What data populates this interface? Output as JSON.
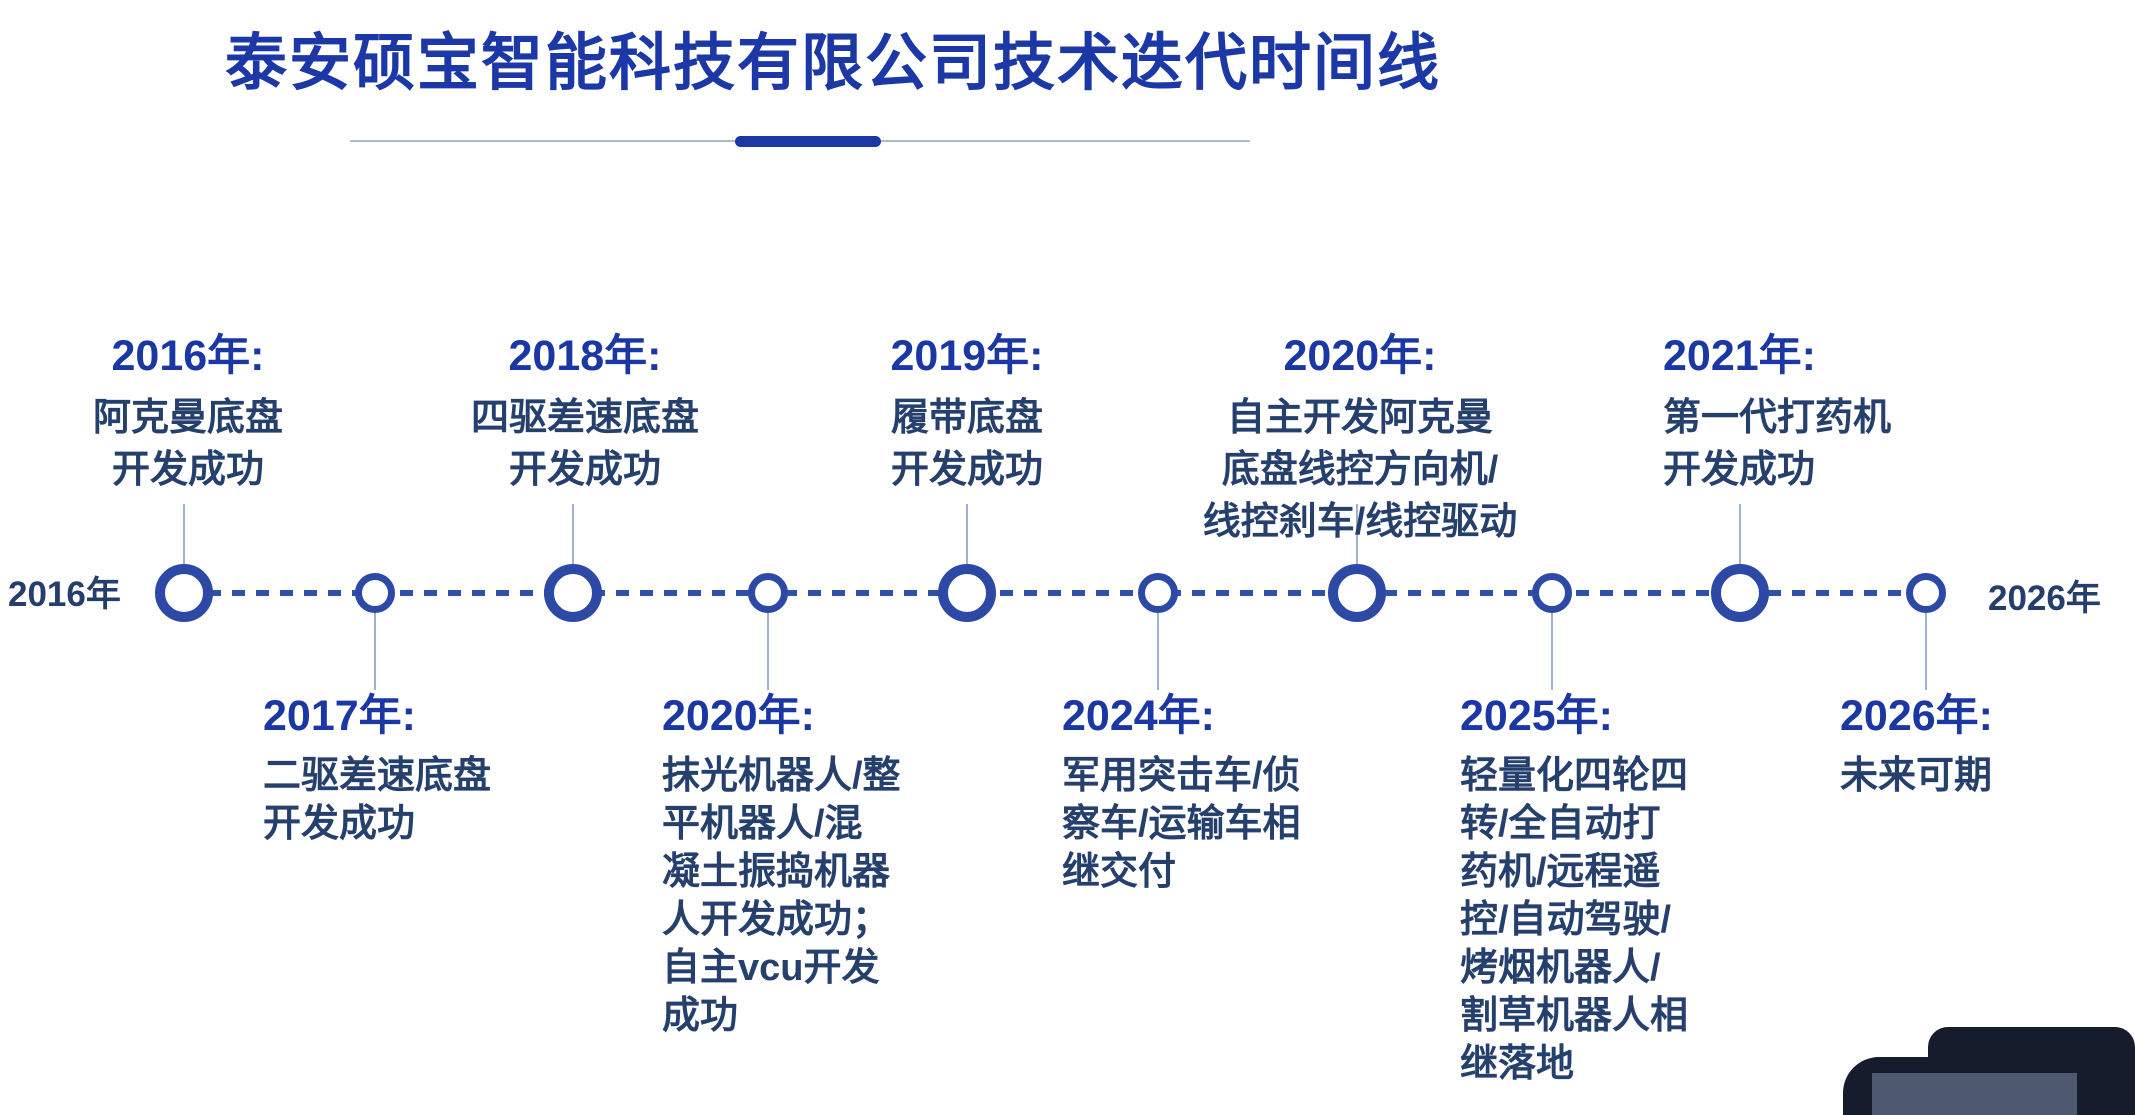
{
  "title": "泰安硕宝智能科技有限公司技术迭代时间线",
  "axis": {
    "start_label": "2016年",
    "end_label": "2026年"
  },
  "colors": {
    "title_blue": "#1c38a6",
    "heading_blue": "#1a37a4",
    "body_navy": "#26406e",
    "ring_blue": "#2c49a6",
    "dash_blue": "#2f51aa",
    "connector_gray_blue": "#9fb1cc",
    "dark_shape": "#151c2b"
  },
  "entries": [
    {
      "year_label": "2016年:",
      "position": "above",
      "node": "large",
      "lines": [
        "阿克曼底盘",
        "开发成功"
      ]
    },
    {
      "year_label": "2017年:",
      "position": "below",
      "node": "small",
      "lines": [
        "二驱差速底盘",
        "开发成功"
      ]
    },
    {
      "year_label": "2018年:",
      "position": "above",
      "node": "large",
      "lines": [
        "四驱差速底盘",
        "开发成功"
      ]
    },
    {
      "year_label": "2020年:",
      "position": "below",
      "node": "small",
      "lines": [
        "抹光机器人/整",
        "平机器人/混",
        "凝土振捣机器",
        "人开发成功；",
        "自主vcu开发",
        "成功"
      ]
    },
    {
      "year_label": "2019年:",
      "position": "above",
      "node": "large",
      "lines": [
        "履带底盘",
        "开发成功"
      ]
    },
    {
      "year_label": "2024年:",
      "position": "below",
      "node": "small",
      "lines": [
        "军用突击车/侦",
        "察车/运输车相",
        "继交付"
      ]
    },
    {
      "year_label": "2020年:",
      "position": "above",
      "node": "large",
      "lines": [
        "自主开发阿克曼",
        "底盘线控方向机/",
        "线控刹车/线控驱动"
      ]
    },
    {
      "year_label": "2025年:",
      "position": "below",
      "node": "small",
      "lines": [
        "轻量化四轮四",
        "转/全自动打",
        "药机/远程遥",
        "控/自动驾驶/",
        "烤烟机器人/",
        "割草机器人相",
        "继落地"
      ]
    },
    {
      "year_label": "2021年:",
      "position": "above",
      "node": "large",
      "lines": [
        "第一代打药机",
        "开发成功"
      ]
    },
    {
      "year_label": "2026年:",
      "position": "below",
      "node": "small",
      "lines": [
        "未来可期"
      ]
    }
  ]
}
